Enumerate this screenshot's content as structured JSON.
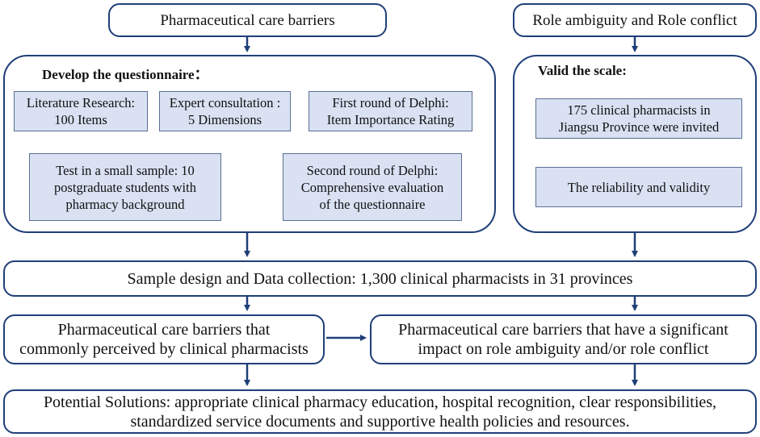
{
  "top_left": {
    "title": "Pharmaceutical care barriers"
  },
  "top_right": {
    "title": "Role ambiguity and Role conflict"
  },
  "questionnaire": {
    "title": "Develop the questionnaire：",
    "steps": [
      {
        "line1": "Literature Research:",
        "line2": "100 Items"
      },
      {
        "line1": "Expert consultation :",
        "line2": "5 Dimensions"
      },
      {
        "line1": "First round of Delphi:",
        "line2": "Item Importance Rating"
      },
      {
        "line1": "Second round of Delphi:",
        "line2": "Comprehensive evaluation",
        "line3": "of the questionnaire"
      },
      {
        "line1": "Test in a small sample: 10",
        "line2": "postgraduate students with",
        "line3": "pharmacy background"
      }
    ]
  },
  "scale": {
    "title": "Valid the scale:",
    "steps": [
      {
        "line1": "175 clinical pharmacists in",
        "line2": "Jiangsu Province  were invited"
      },
      {
        "line1": "The reliability and validity"
      }
    ]
  },
  "sample": {
    "text": "Sample design and Data collection: 1,300 clinical pharmacists in 31 provinces"
  },
  "perceived": {
    "line1": "Pharmaceutical care barriers that",
    "line2": "commonly perceived by clinical pharmacists"
  },
  "impact": {
    "line1": "Pharmaceutical care barriers that have a significant",
    "line2": "impact on role ambiguity and/or role conflict"
  },
  "solutions": {
    "line1": "Potential Solutions: appropriate clinical pharmacy education, hospital recognition, clear responsibilities,",
    "line2": "standardized service documents and supportive health policies and resources."
  },
  "colors": {
    "border": "#1f3f78",
    "fill": "#d9e1f2",
    "arrow": "#1f3f78"
  }
}
